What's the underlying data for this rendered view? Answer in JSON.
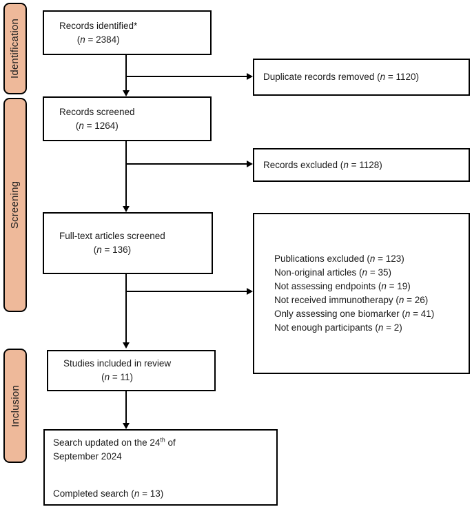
{
  "figure": {
    "type": "prisma-flow-diagram",
    "background": "#ffffff"
  },
  "colors": {
    "stage_fill": "#EEB99A",
    "stage_border": "#000000",
    "box_border": "#000000",
    "connector": "#000000",
    "text": "#1a1a1a"
  },
  "stages": [
    {
      "label": "Identification"
    },
    {
      "label": "Screening"
    },
    {
      "label": "Inclusion"
    }
  ],
  "boxes": {
    "records_identified": {
      "line1": "Records identified*",
      "line2": "(n = 2384)"
    },
    "duplicate_records_removed": {
      "text": "Duplicate records removed (n = 1120)"
    },
    "records_screened": {
      "line1": "Records screened",
      "line2": "(n = 1264)"
    },
    "records_excluded": {
      "text": "Records excluded (n = 1128)"
    },
    "fulltext_screened": {
      "line1": "Full-text articles screened",
      "line2": "(n = 136)"
    },
    "publications_excluded": {
      "lines": [
        "Publications excluded (n = 123)",
        "Non-original articles (n = 35)",
        "Not assessing endpoints (n = 19)",
        "Not received immunotherapy (n = 26)",
        "Only assessing one biomarker (n = 41)",
        "Not enough participants (n = 2)"
      ]
    },
    "studies_included": {
      "line1": "Studies included in review",
      "line2": "(n = 11)"
    },
    "search_updated": {
      "line1": "Search updated on the 24^th of",
      "line2": "September 2024",
      "line3": "Completed search  (n = 13)"
    }
  }
}
